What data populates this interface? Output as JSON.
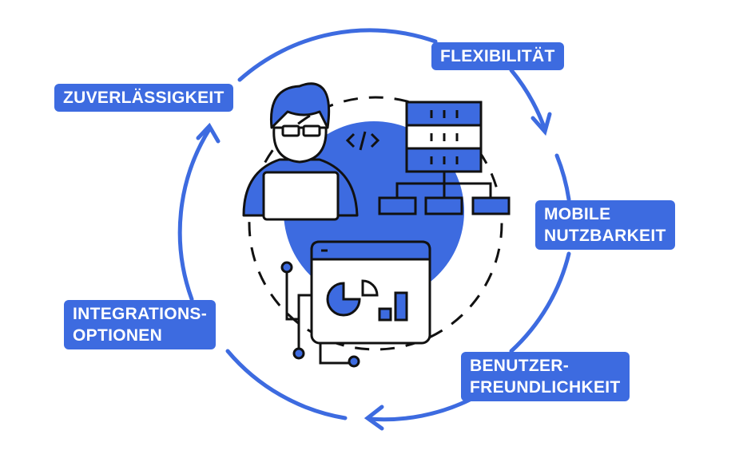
{
  "colors": {
    "accent": "#3d6be0",
    "outline": "#111111"
  },
  "labels": {
    "zuverlaessigkeit": "ZUVERLÄSSIGKEIT",
    "flexibilitaet": "FLEXIBILITÄT",
    "mobile_1": "MOBILE",
    "mobile_2": "NUTZBARKEIT",
    "benutzer_1": "BENUTZER-",
    "benutzer_2": "FREUNDLICHKEIT",
    "integrations_1": "INTEGRATIONS-",
    "integrations_2": "OPTIONEN"
  },
  "icons": [
    "developer-icon",
    "code-icon",
    "server-icon",
    "network-icon",
    "dashboard-window-icon"
  ]
}
